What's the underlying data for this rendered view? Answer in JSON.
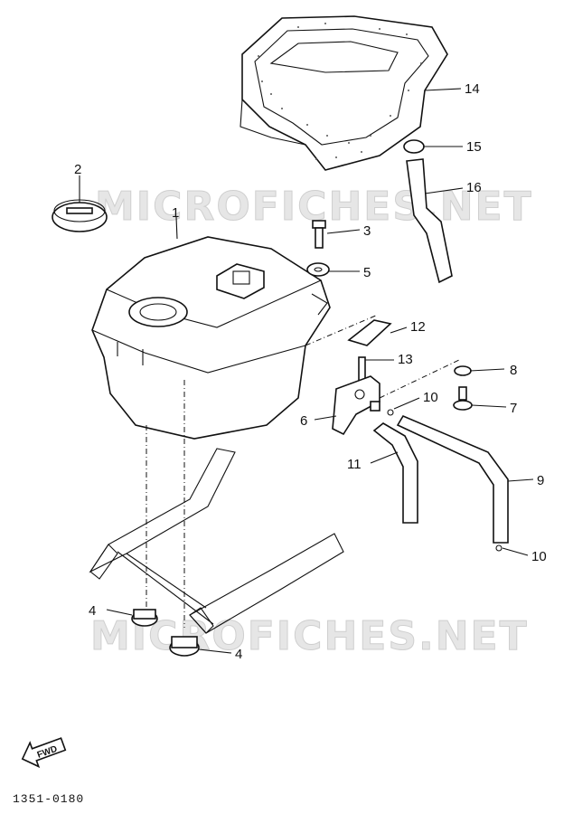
{
  "watermarks": [
    "MICROFICHES.NET",
    "MICROFICHES.NET"
  ],
  "callouts": [
    {
      "id": "p1",
      "label": "1"
    },
    {
      "id": "p2",
      "label": "2"
    },
    {
      "id": "p3",
      "label": "3"
    },
    {
      "id": "p4a",
      "label": "4"
    },
    {
      "id": "p4b",
      "label": "4"
    },
    {
      "id": "p5",
      "label": "5"
    },
    {
      "id": "p6",
      "label": "6"
    },
    {
      "id": "p7",
      "label": "7"
    },
    {
      "id": "p8",
      "label": "8"
    },
    {
      "id": "p9",
      "label": "9"
    },
    {
      "id": "p10a",
      "label": "10"
    },
    {
      "id": "p10b",
      "label": "10"
    },
    {
      "id": "p11",
      "label": "11"
    },
    {
      "id": "p12",
      "label": "12"
    },
    {
      "id": "p13",
      "label": "13"
    },
    {
      "id": "p14",
      "label": "14"
    },
    {
      "id": "p15",
      "label": "15"
    },
    {
      "id": "p16",
      "label": "16"
    }
  ],
  "fwd_label": "FWD",
  "diagram_code": "1351-0180"
}
